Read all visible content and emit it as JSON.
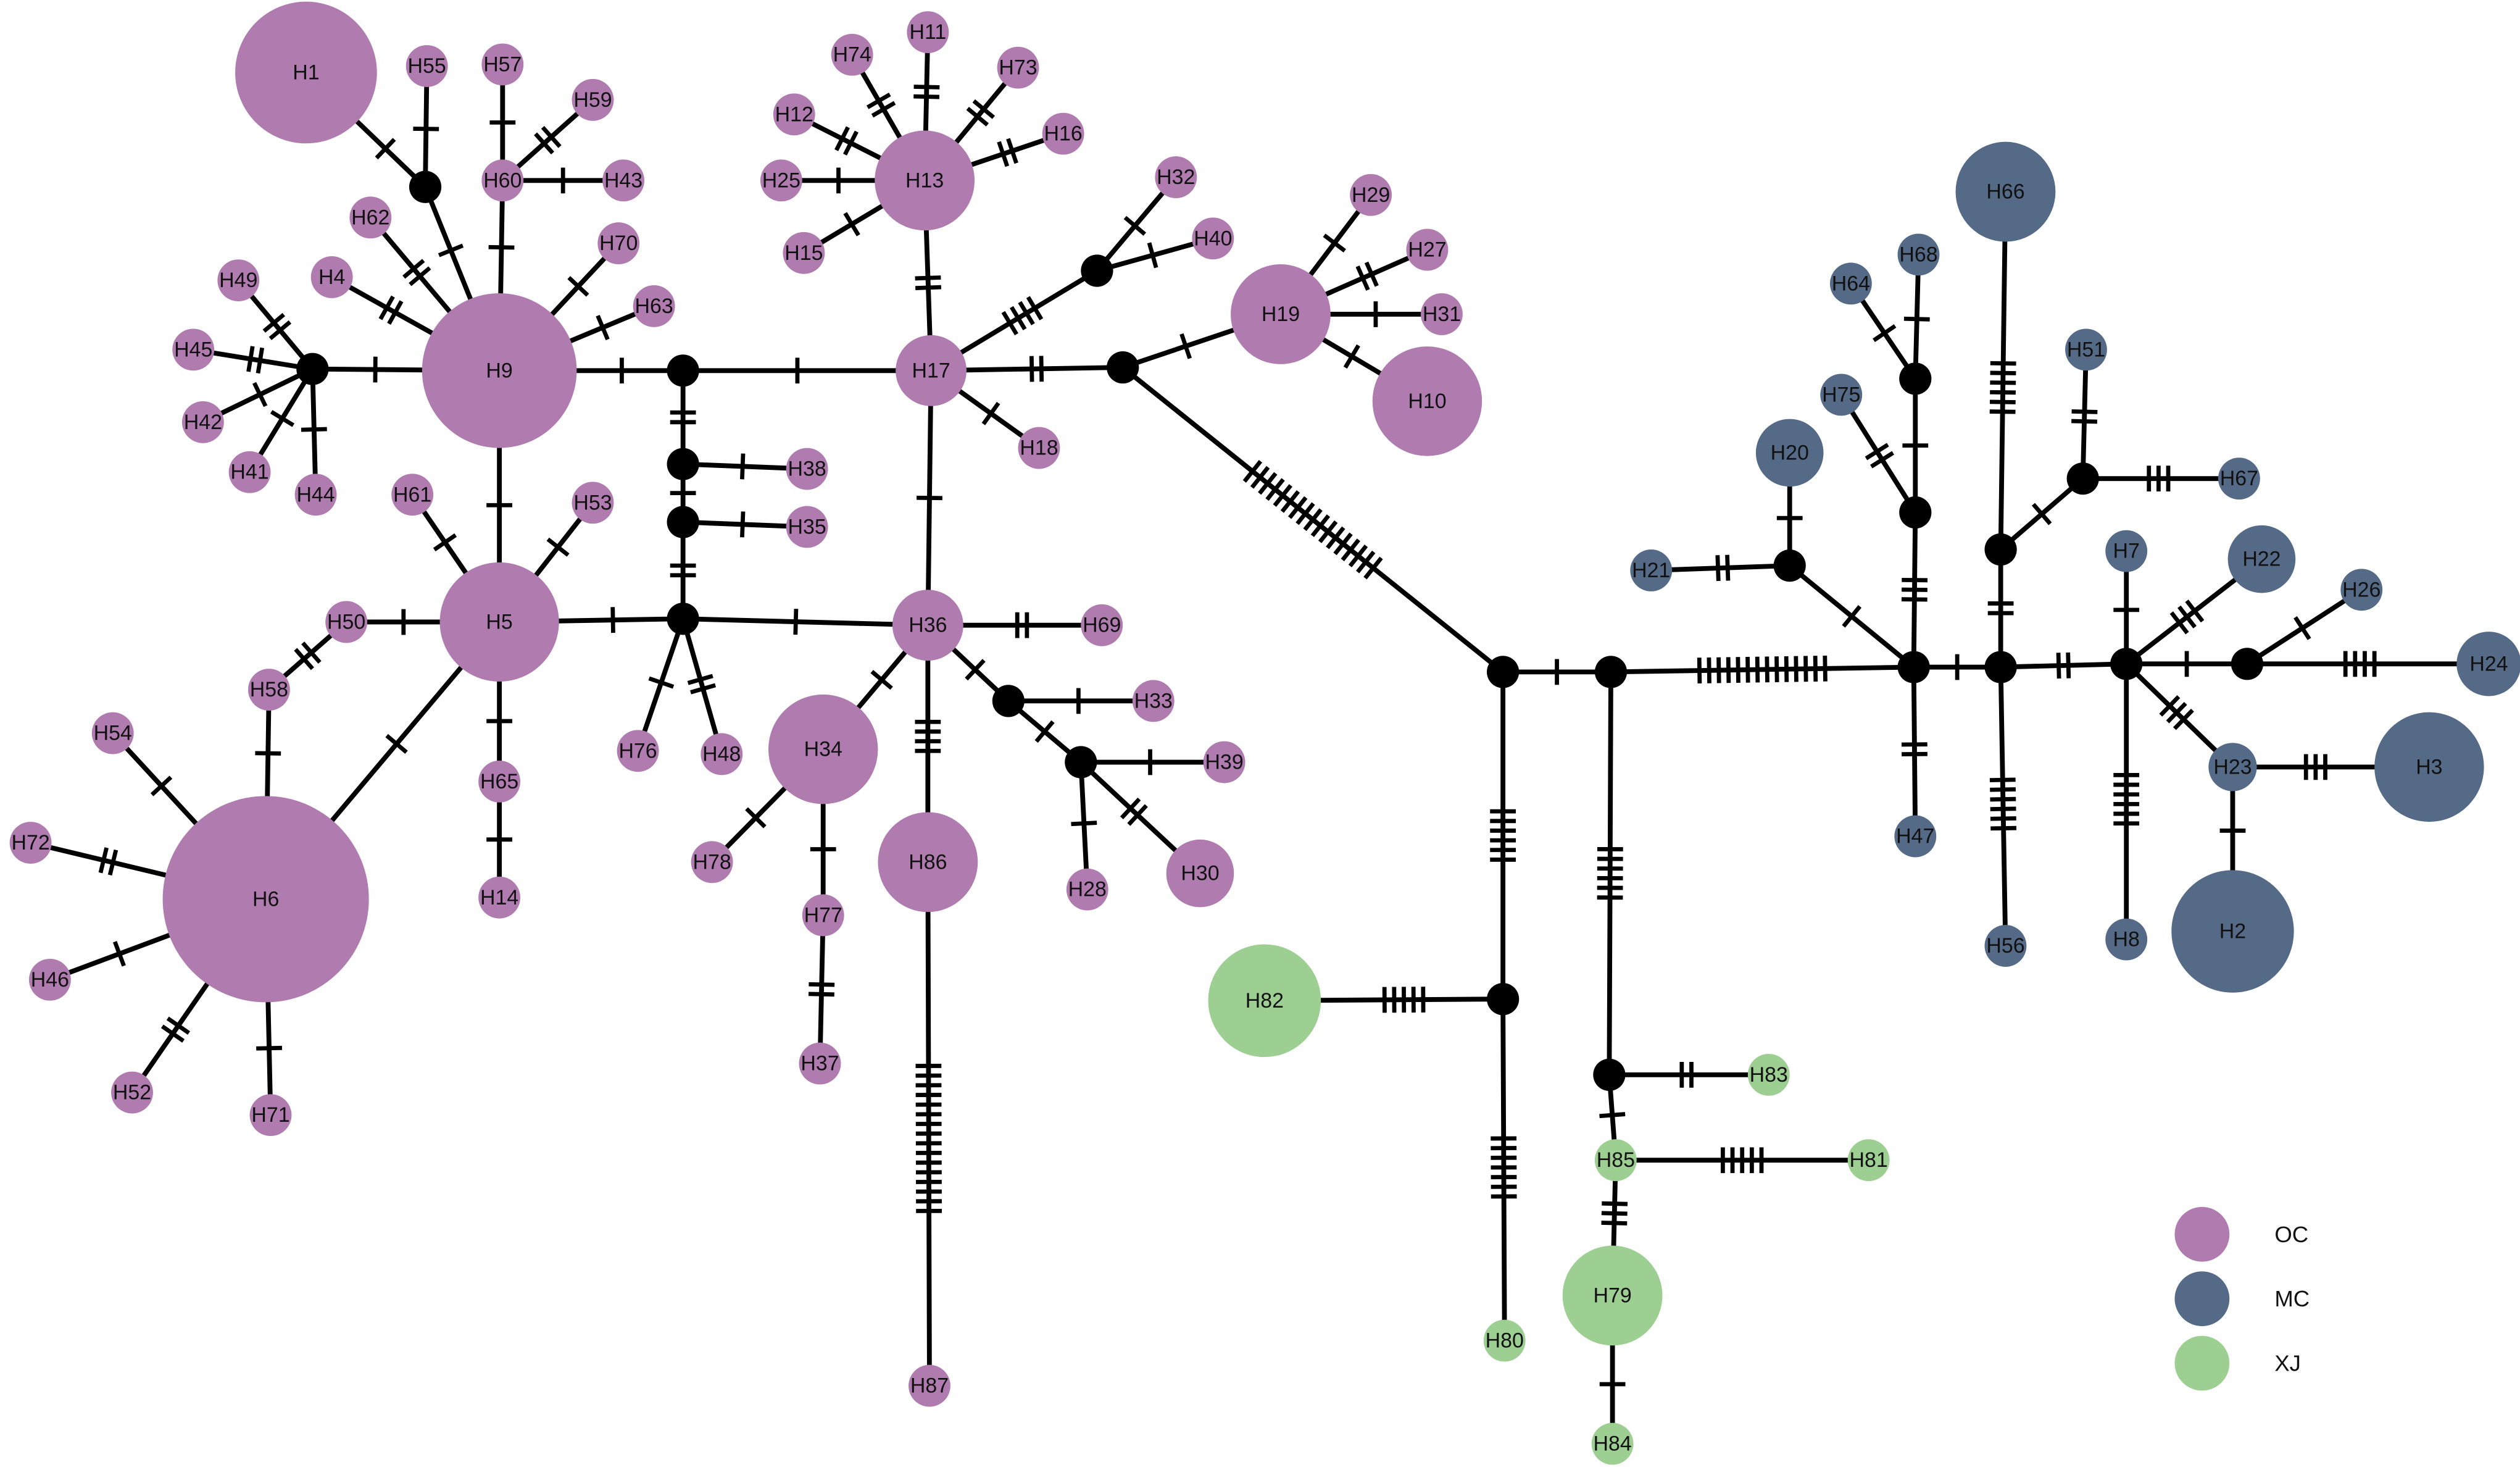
{
  "colors": {
    "OC": "#B07CB0",
    "MC": "#546A87",
    "XJ": "#9ECF92",
    "median": "#000000",
    "edge": "#000000"
  },
  "legend": [
    {
      "label": "OC",
      "group": "OC"
    },
    {
      "label": "MC",
      "group": "MC"
    },
    {
      "label": "XJ",
      "group": "XJ"
    }
  ],
  "haplotypes": [
    {
      "id": "H1",
      "group": "OC"
    },
    {
      "id": "H2",
      "group": "MC"
    },
    {
      "id": "H3",
      "group": "MC"
    },
    {
      "id": "H4",
      "group": "OC"
    },
    {
      "id": "H5",
      "group": "OC"
    },
    {
      "id": "H6",
      "group": "OC"
    },
    {
      "id": "H7",
      "group": "MC"
    },
    {
      "id": "H8",
      "group": "MC"
    },
    {
      "id": "H9",
      "group": "OC"
    },
    {
      "id": "H10",
      "group": "OC"
    },
    {
      "id": "H11",
      "group": "OC"
    },
    {
      "id": "H12",
      "group": "OC"
    },
    {
      "id": "H13",
      "group": "OC"
    },
    {
      "id": "H14",
      "group": "OC"
    },
    {
      "id": "H15",
      "group": "OC"
    },
    {
      "id": "H16",
      "group": "OC"
    },
    {
      "id": "H17",
      "group": "OC"
    },
    {
      "id": "H18",
      "group": "OC"
    },
    {
      "id": "H19",
      "group": "OC"
    },
    {
      "id": "H20",
      "group": "MC"
    },
    {
      "id": "H21",
      "group": "MC"
    },
    {
      "id": "H22",
      "group": "MC"
    },
    {
      "id": "H23",
      "group": "MC"
    },
    {
      "id": "H24",
      "group": "MC"
    },
    {
      "id": "H25",
      "group": "OC"
    },
    {
      "id": "H26",
      "group": "MC"
    },
    {
      "id": "H27",
      "group": "OC"
    },
    {
      "id": "H28",
      "group": "OC"
    },
    {
      "id": "H29",
      "group": "OC"
    },
    {
      "id": "H30",
      "group": "OC"
    },
    {
      "id": "H31",
      "group": "OC"
    },
    {
      "id": "H32",
      "group": "OC"
    },
    {
      "id": "H33",
      "group": "OC"
    },
    {
      "id": "H34",
      "group": "OC"
    },
    {
      "id": "H35",
      "group": "OC"
    },
    {
      "id": "H36",
      "group": "OC"
    },
    {
      "id": "H37",
      "group": "OC"
    },
    {
      "id": "H38",
      "group": "OC"
    },
    {
      "id": "H39",
      "group": "OC"
    },
    {
      "id": "H40",
      "group": "OC"
    },
    {
      "id": "H41",
      "group": "OC"
    },
    {
      "id": "H42",
      "group": "OC"
    },
    {
      "id": "H43",
      "group": "OC"
    },
    {
      "id": "H44",
      "group": "OC"
    },
    {
      "id": "H45",
      "group": "OC"
    },
    {
      "id": "H46",
      "group": "OC"
    },
    {
      "id": "H47",
      "group": "MC"
    },
    {
      "id": "H48",
      "group": "OC"
    },
    {
      "id": "H49",
      "group": "OC"
    },
    {
      "id": "H50",
      "group": "OC"
    },
    {
      "id": "H51",
      "group": "MC"
    },
    {
      "id": "H52",
      "group": "OC"
    },
    {
      "id": "H53",
      "group": "OC"
    },
    {
      "id": "H54",
      "group": "OC"
    },
    {
      "id": "H55",
      "group": "OC"
    },
    {
      "id": "H56",
      "group": "MC"
    },
    {
      "id": "H57",
      "group": "OC"
    },
    {
      "id": "H58",
      "group": "OC"
    },
    {
      "id": "H59",
      "group": "OC"
    },
    {
      "id": "H60",
      "group": "OC"
    },
    {
      "id": "H61",
      "group": "OC"
    },
    {
      "id": "H62",
      "group": "OC"
    },
    {
      "id": "H63",
      "group": "OC"
    },
    {
      "id": "H64",
      "group": "MC"
    },
    {
      "id": "H65",
      "group": "OC"
    },
    {
      "id": "H66",
      "group": "MC"
    },
    {
      "id": "H67",
      "group": "MC"
    },
    {
      "id": "H68",
      "group": "MC"
    },
    {
      "id": "H69",
      "group": "OC"
    },
    {
      "id": "H70",
      "group": "OC"
    },
    {
      "id": "H71",
      "group": "OC"
    },
    {
      "id": "H72",
      "group": "OC"
    },
    {
      "id": "H73",
      "group": "OC"
    },
    {
      "id": "H74",
      "group": "OC"
    },
    {
      "id": "H75",
      "group": "MC"
    },
    {
      "id": "H76",
      "group": "OC"
    },
    {
      "id": "H77",
      "group": "OC"
    },
    {
      "id": "H78",
      "group": "OC"
    },
    {
      "id": "H79",
      "group": "XJ"
    },
    {
      "id": "H80",
      "group": "XJ"
    },
    {
      "id": "H81",
      "group": "XJ"
    },
    {
      "id": "H82",
      "group": "XJ"
    },
    {
      "id": "H83",
      "group": "XJ"
    },
    {
      "id": "H84",
      "group": "XJ"
    },
    {
      "id": "H85",
      "group": "XJ"
    },
    {
      "id": "H86",
      "group": "OC"
    },
    {
      "id": "H87",
      "group": "OC"
    }
  ],
  "medians": [
    "m1",
    "m2",
    "m3",
    "m4",
    "m5",
    "m6",
    "m7",
    "m8",
    "m9",
    "m10",
    "m11",
    "m12",
    "m13",
    "m14",
    "m15",
    "m16",
    "m17",
    "m18",
    "m19",
    "m20",
    "m21",
    "m22",
    "m23"
  ],
  "edges": [
    {
      "a": "H9",
      "b": "m1",
      "m": 1
    },
    {
      "a": "m1",
      "b": "H17",
      "m": 1
    },
    {
      "a": "m1",
      "b": "m2",
      "m": 2
    },
    {
      "a": "m2",
      "b": "H38",
      "m": 1
    },
    {
      "a": "m2",
      "b": "m3",
      "m": 1
    },
    {
      "a": "m3",
      "b": "H35",
      "m": 1
    },
    {
      "a": "m3",
      "b": "m4",
      "m": 2
    },
    {
      "a": "m4",
      "b": "H5",
      "m": 1
    },
    {
      "a": "m4",
      "b": "H36",
      "m": 1
    },
    {
      "a": "m4",
      "b": "H76",
      "m": 1
    },
    {
      "a": "m4",
      "b": "H48",
      "m": 2
    },
    {
      "a": "H9",
      "b": "H5",
      "m": 1
    },
    {
      "a": "H9",
      "b": "m5",
      "m": 1
    },
    {
      "a": "m5",
      "b": "H49",
      "m": 2
    },
    {
      "a": "m5",
      "b": "H45",
      "m": 2
    },
    {
      "a": "m5",
      "b": "H42",
      "m": 1
    },
    {
      "a": "m5",
      "b": "H41",
      "m": 1
    },
    {
      "a": "m5",
      "b": "H44",
      "m": 1
    },
    {
      "a": "H9",
      "b": "H4",
      "m": 2
    },
    {
      "a": "H9",
      "b": "H62",
      "m": 2
    },
    {
      "a": "H9",
      "b": "m6",
      "m": 1
    },
    {
      "a": "m6",
      "b": "H1",
      "m": 1
    },
    {
      "a": "m6",
      "b": "H55",
      "m": 1
    },
    {
      "a": "H9",
      "b": "H60",
      "m": 1
    },
    {
      "a": "H60",
      "b": "H57",
      "m": 1
    },
    {
      "a": "H60",
      "b": "H59",
      "m": 2
    },
    {
      "a": "H60",
      "b": "H43",
      "m": 1
    },
    {
      "a": "H9",
      "b": "H70",
      "m": 1
    },
    {
      "a": "H9",
      "b": "H63",
      "m": 1
    },
    {
      "a": "H5",
      "b": "H61",
      "m": 1
    },
    {
      "a": "H5",
      "b": "H53",
      "m": 1
    },
    {
      "a": "H5",
      "b": "H50",
      "m": 1
    },
    {
      "a": "H5",
      "b": "H65",
      "m": 1
    },
    {
      "a": "H65",
      "b": "H14",
      "m": 1
    },
    {
      "a": "H5",
      "b": "H6",
      "m": 1
    },
    {
      "a": "H50",
      "b": "H58",
      "m": 2
    },
    {
      "a": "H58",
      "b": "H6",
      "m": 1
    },
    {
      "a": "H6",
      "b": "H54",
      "m": 1
    },
    {
      "a": "H6",
      "b": "H72",
      "m": 2
    },
    {
      "a": "H6",
      "b": "H46",
      "m": 1
    },
    {
      "a": "H6",
      "b": "H52",
      "m": 2
    },
    {
      "a": "H6",
      "b": "H71",
      "m": 1
    },
    {
      "a": "H17",
      "b": "H13",
      "m": 2
    },
    {
      "a": "H13",
      "b": "H11",
      "m": 2
    },
    {
      "a": "H13",
      "b": "H74",
      "m": 2
    },
    {
      "a": "H13",
      "b": "H73",
      "m": 2
    },
    {
      "a": "H13",
      "b": "H12",
      "m": 2
    },
    {
      "a": "H13",
      "b": "H16",
      "m": 2
    },
    {
      "a": "H13",
      "b": "H25",
      "m": 1
    },
    {
      "a": "H13",
      "b": "H15",
      "m": 1
    },
    {
      "a": "H17",
      "b": "m7",
      "m": 4
    },
    {
      "a": "m7",
      "b": "H32",
      "m": 1
    },
    {
      "a": "m7",
      "b": "H40",
      "m": 1
    },
    {
      "a": "H17",
      "b": "m8",
      "m": 2
    },
    {
      "a": "H17",
      "b": "H18",
      "m": 1
    },
    {
      "a": "H17",
      "b": "H36",
      "m": 1
    },
    {
      "a": "m8",
      "b": "H19",
      "m": 1
    },
    {
      "a": "H19",
      "b": "H29",
      "m": 1
    },
    {
      "a": "H19",
      "b": "H27",
      "m": 2
    },
    {
      "a": "H19",
      "b": "H31",
      "m": 1
    },
    {
      "a": "H19",
      "b": "H10",
      "m": 1
    },
    {
      "a": "m8",
      "b": "m9",
      "m": 17
    },
    {
      "a": "H36",
      "b": "H69",
      "m": 2
    },
    {
      "a": "H36",
      "b": "H34",
      "m": 1
    },
    {
      "a": "H36",
      "b": "H86",
      "m": 4
    },
    {
      "a": "H36",
      "b": "m10",
      "m": 1
    },
    {
      "a": "H34",
      "b": "H78",
      "m": 1
    },
    {
      "a": "H34",
      "b": "H77",
      "m": 1
    },
    {
      "a": "H77",
      "b": "H37",
      "m": 2
    },
    {
      "a": "H86",
      "b": "H87",
      "m": 16
    },
    {
      "a": "m10",
      "b": "H33",
      "m": 1
    },
    {
      "a": "m10",
      "b": "m11",
      "m": 1
    },
    {
      "a": "m11",
      "b": "H39",
      "m": 1
    },
    {
      "a": "m11",
      "b": "H28",
      "m": 1
    },
    {
      "a": "m11",
      "b": "H30",
      "m": 2
    },
    {
      "a": "m9",
      "b": "m12",
      "m": 1
    },
    {
      "a": "m9",
      "b": "m13",
      "m": 6
    },
    {
      "a": "m13",
      "b": "H82",
      "m": 5
    },
    {
      "a": "m13",
      "b": "H80",
      "m": 7
    },
    {
      "a": "m12",
      "b": "m14",
      "m": 6
    },
    {
      "a": "m14",
      "b": "H83",
      "m": 2
    },
    {
      "a": "m14",
      "b": "H85",
      "m": 1
    },
    {
      "a": "H85",
      "b": "H81",
      "m": 5
    },
    {
      "a": "H85",
      "b": "H79",
      "m": 3
    },
    {
      "a": "H79",
      "b": "H84",
      "m": 1
    },
    {
      "a": "m12",
      "b": "m15",
      "m": 14
    },
    {
      "a": "m15",
      "b": "m16",
      "m": 1
    },
    {
      "a": "m16",
      "b": "H20",
      "m": 1
    },
    {
      "a": "m16",
      "b": "H21",
      "m": 2
    },
    {
      "a": "m15",
      "b": "m17",
      "m": 3
    },
    {
      "a": "m17",
      "b": "H75",
      "m": 2
    },
    {
      "a": "m17",
      "b": "m18",
      "m": 1
    },
    {
      "a": "m18",
      "b": "H64",
      "m": 1
    },
    {
      "a": "m18",
      "b": "H68",
      "m": 1
    },
    {
      "a": "m15",
      "b": "H47",
      "m": 2
    },
    {
      "a": "m15",
      "b": "m19",
      "m": 1
    },
    {
      "a": "m19",
      "b": "m20",
      "m": 2
    },
    {
      "a": "m20",
      "b": "H66",
      "m": 6
    },
    {
      "a": "m20",
      "b": "m21",
      "m": 1
    },
    {
      "a": "m21",
      "b": "H51",
      "m": 2
    },
    {
      "a": "m21",
      "b": "H67",
      "m": 3
    },
    {
      "a": "m19",
      "b": "H56",
      "m": 6
    },
    {
      "a": "m19",
      "b": "m22",
      "m": 2
    },
    {
      "a": "m22",
      "b": "H7",
      "m": 1
    },
    {
      "a": "m22",
      "b": "H22",
      "m": 3
    },
    {
      "a": "m22",
      "b": "H8",
      "m": 6
    },
    {
      "a": "m22",
      "b": "H23",
      "m": 3
    },
    {
      "a": "H23",
      "b": "H3",
      "m": 3
    },
    {
      "a": "H23",
      "b": "H2",
      "m": 1
    },
    {
      "a": "m22",
      "b": "m23",
      "m": 1
    },
    {
      "a": "m23",
      "b": "H26",
      "m": 1
    },
    {
      "a": "m23",
      "b": "H24",
      "m": 4
    }
  ]
}
